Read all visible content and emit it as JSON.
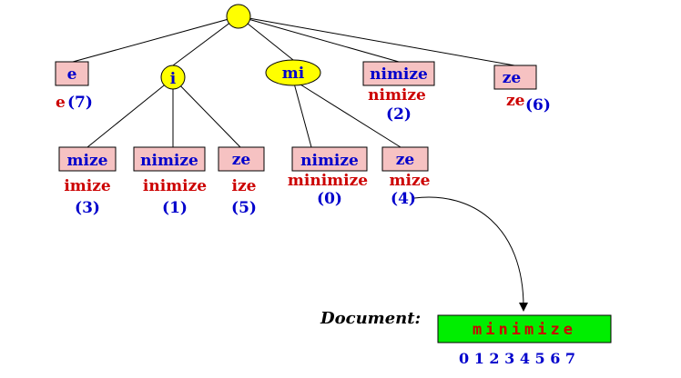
{
  "root": {
    "label": ""
  },
  "level1": [
    {
      "id": "e",
      "label": "e",
      "suffix": "e",
      "index": "(7)"
    },
    {
      "id": "i",
      "label": "i"
    },
    {
      "id": "mi",
      "label": "mi"
    },
    {
      "id": "nimize",
      "label": "nimize",
      "suffix": "nimize",
      "index": "(2)"
    },
    {
      "id": "ze",
      "label": "ze",
      "suffix": "ze",
      "index": "(6)"
    }
  ],
  "level2": [
    {
      "id": "i-mize",
      "label": "mize",
      "suffix": "imize",
      "index": "(3)"
    },
    {
      "id": "i-nimize",
      "label": "nimize",
      "suffix": "inimize",
      "index": "(1)"
    },
    {
      "id": "i-ze",
      "label": "ze",
      "suffix": "ize",
      "index": "(5)"
    },
    {
      "id": "mi-nimize",
      "label": "nimize",
      "suffix": "minimize",
      "index": "(0)"
    },
    {
      "id": "mi-ze",
      "label": "ze",
      "suffix": "mize",
      "index": "(4)"
    }
  ],
  "document": {
    "label": "Document:",
    "text": "minimize",
    "indices": "0 1 2 3 4 5 6 7"
  },
  "colors": {
    "box_fill": "#f6c2c2",
    "node_fill": "#ffff00",
    "doc_fill": "#00ee00",
    "label_blue": "#0000cc",
    "label_red": "#cc0000"
  }
}
